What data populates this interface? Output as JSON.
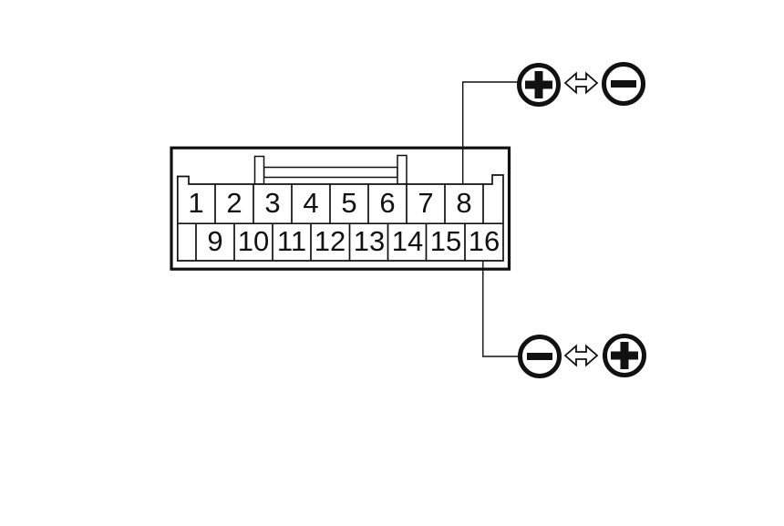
{
  "colors": {
    "background": "#ffffff",
    "line": "#111111"
  },
  "connector": {
    "row1_pins": [
      "1",
      "2",
      "3",
      "4",
      "5",
      "6",
      "7",
      "8"
    ],
    "row2_pins": [
      "9",
      "10",
      "11",
      "12",
      "13",
      "14",
      "15",
      "16"
    ]
  },
  "terminal_pairs": {
    "top": {
      "wire_from_pin": "8",
      "left": {
        "icon": "plus-icon",
        "symbol": "+",
        "class": "sym plus"
      },
      "arrow_icon": "left-right-arrow-icon",
      "right": {
        "icon": "minus-icon",
        "symbol": "−",
        "class": "sym minus"
      }
    },
    "bottom": {
      "wire_from_pin": "16",
      "left": {
        "icon": "minus-icon",
        "symbol": "−",
        "class": "sym minus"
      },
      "arrow_icon": "left-right-arrow-icon",
      "right": {
        "icon": "plus-icon",
        "symbol": "+",
        "class": "sym plus"
      }
    }
  }
}
